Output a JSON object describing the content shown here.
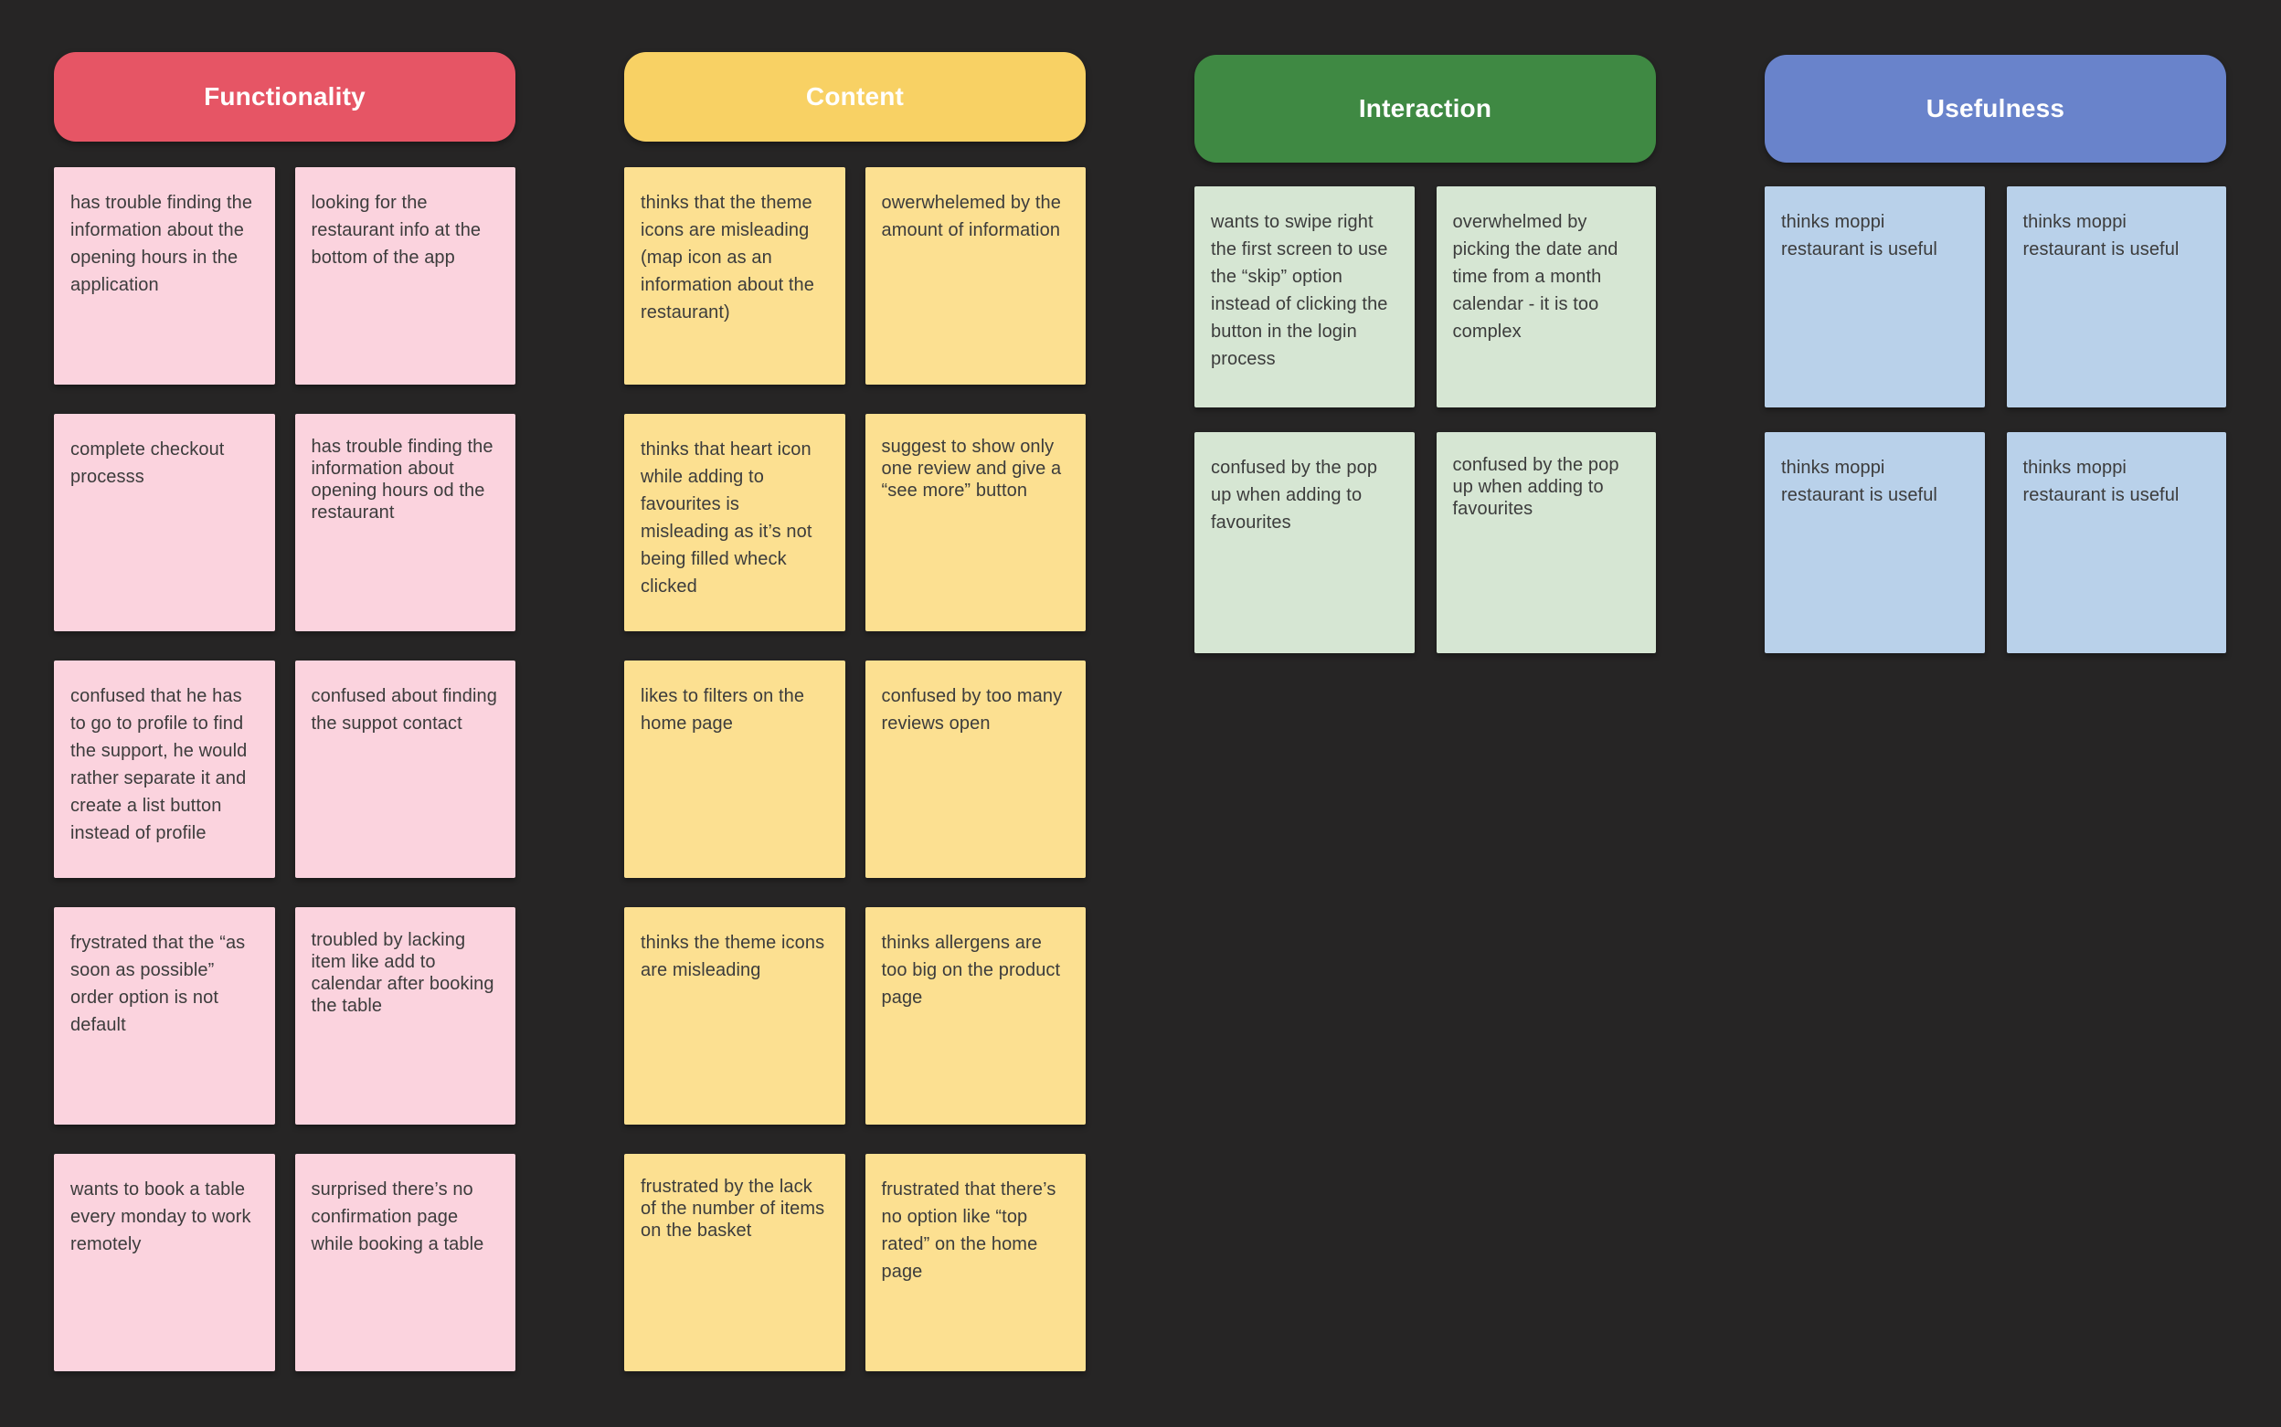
{
  "board": {
    "background_color": "#262525",
    "note_text_color": "#3c3c3c",
    "header_text_color": "#ffffff",
    "columns": [
      {
        "title": "Functionality",
        "header_color": "#E65565",
        "note_color": "#FBD3DE",
        "notes": [
          "has trouble finding the information about the opening hours in the application",
          "looking for the restaurant info at the bottom of the app",
          "complete checkout processs",
          "has trouble finding the information about opening hours od the restaurant",
          "confused that he has to go to profile to find the support, he would rather separate it and create a list button instead of profile",
          "confused about finding the suppot contact",
          "frystrated that the “as soon as possible” order option is not default",
          "troubled by lacking item like add to calendar after booking the table",
          "wants to book a table every monday to work remotely",
          "surprised there’s no confirmation page while booking a table"
        ]
      },
      {
        "title": "Content",
        "header_color": "#F8D164",
        "note_color": "#FCE091",
        "notes": [
          "thinks that the theme icons are misleading (map icon as an information about the restaurant)",
          "owerwhelemed by the amount of information",
          "thinks that heart icon while adding to favourites is misleading as it’s not being filled wheck clicked",
          "suggest to show only one review and give a “see more” button",
          "likes to filters on the home page",
          "confused by too many reviews open",
          "thinks the theme icons are misleading",
          "thinks allergens are too big on the product page",
          "frustrated by the lack of the number of items on the basket",
          "frustrated that there’s no option like “top rated” on the home page"
        ]
      },
      {
        "title": "Interaction",
        "header_color": "#3F8943",
        "note_color": "#D6E6D3",
        "notes": [
          "wants to swipe right the first screen to use the “skip” option instead of clicking the button in the login process",
          "overwhelmed by picking the date and time from a month calendar - it is too complex",
          "confused by the pop up when adding to favourites",
          "confused by the pop up when adding to favourites"
        ]
      },
      {
        "title": "Usefulness",
        "header_color": "#6983CB",
        "note_color": "#B9D1EA",
        "notes": [
          "thinks moppi restaurant is useful",
          "thinks moppi restaurant is useful",
          "thinks moppi restaurant is useful",
          "thinks moppi restaurant is useful"
        ]
      }
    ]
  }
}
